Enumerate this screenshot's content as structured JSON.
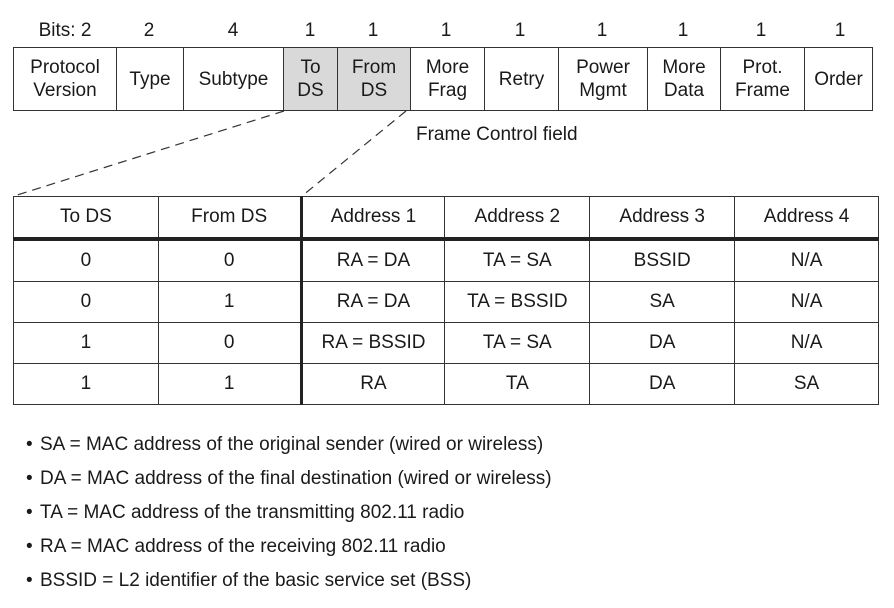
{
  "bits": [
    "Bits: 2",
    "2",
    "4",
    "1",
    "1",
    "1",
    "1",
    "1",
    "1",
    "1",
    "1"
  ],
  "frame_control": {
    "fields": [
      {
        "line1": "Protocol",
        "line2": "Version"
      },
      {
        "line1": "Type",
        "line2": ""
      },
      {
        "line1": "Subtype",
        "line2": ""
      },
      {
        "line1": "To",
        "line2": "DS"
      },
      {
        "line1": "From",
        "line2": "DS"
      },
      {
        "line1": "More",
        "line2": "Frag"
      },
      {
        "line1": "Retry",
        "line2": ""
      },
      {
        "line1": "Power",
        "line2": "Mgmt"
      },
      {
        "line1": "More",
        "line2": "Data"
      },
      {
        "line1": "Prot.",
        "line2": "Frame"
      },
      {
        "line1": "Order",
        "line2": ""
      }
    ],
    "label": "Frame Control field",
    "shade_color": "#d9d9d9"
  },
  "address_table": {
    "headers": [
      "To DS",
      "From DS",
      "Address 1",
      "Address 2",
      "Address 3",
      "Address 4"
    ],
    "rows": [
      [
        "0",
        "0",
        "RA = DA",
        "TA = SA",
        "BSSID",
        "N/A"
      ],
      [
        "0",
        "1",
        "RA = DA",
        "TA = BSSID",
        "SA",
        "N/A"
      ],
      [
        "1",
        "0",
        "RA = BSSID",
        "TA = SA",
        "DA",
        "N/A"
      ],
      [
        "1",
        "1",
        "RA",
        "TA",
        "DA",
        "SA"
      ]
    ]
  },
  "legend": {
    "bullet": "•",
    "items": [
      "SA = MAC address of the original sender (wired or wireless)",
      "DA = MAC address of the final destination (wired or wireless)",
      "TA = MAC address of the transmitting 802.11 radio",
      "RA = MAC address of the receiving 802.11 radio",
      "BSSID = L2 identifier of the basic service set (BSS)"
    ]
  }
}
